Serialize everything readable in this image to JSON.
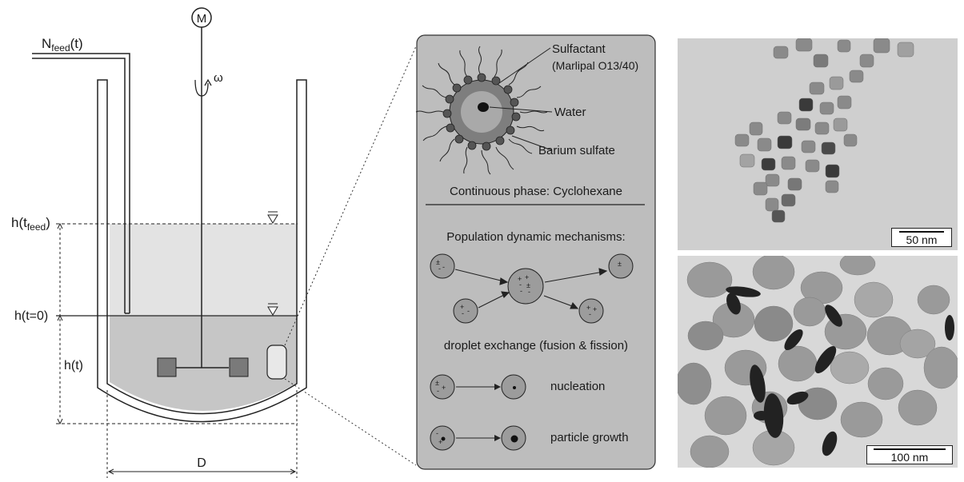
{
  "reactor": {
    "feed_label_main": "N",
    "feed_label_sub": "feed",
    "feed_label_tail": "(t)",
    "motor_label": "M",
    "omega_label": "ω",
    "h_feed_main": "h(t",
    "h_feed_sub": "feed",
    "h_feed_tail": ")",
    "h_zero_label": "h(t=0)",
    "h_t_label": "h(t)",
    "diameter_label": "D"
  },
  "mechanism_panel": {
    "surfactant_label": "Sulfactant",
    "surfactant_name": "(Marlipal O13/40)",
    "water_label": "Water",
    "barium_label": "Barium sulfate",
    "continuous_phase": "Continuous phase: Cyclohexane",
    "population_heading": "Population dynamic mechanisms:",
    "exchange_label": "droplet exchange (fusion & fission)",
    "nucleation_label": "nucleation",
    "growth_label": "particle growth"
  },
  "micrographs": {
    "top_scale": "50 nm",
    "bottom_scale": "100 nm"
  },
  "colors": {
    "liquid_low": "#c3c3c3",
    "liquid_high": "#e3e3e3",
    "panel_bg": "#bdbdbd",
    "droplet_fill": "#9c9c9c"
  }
}
